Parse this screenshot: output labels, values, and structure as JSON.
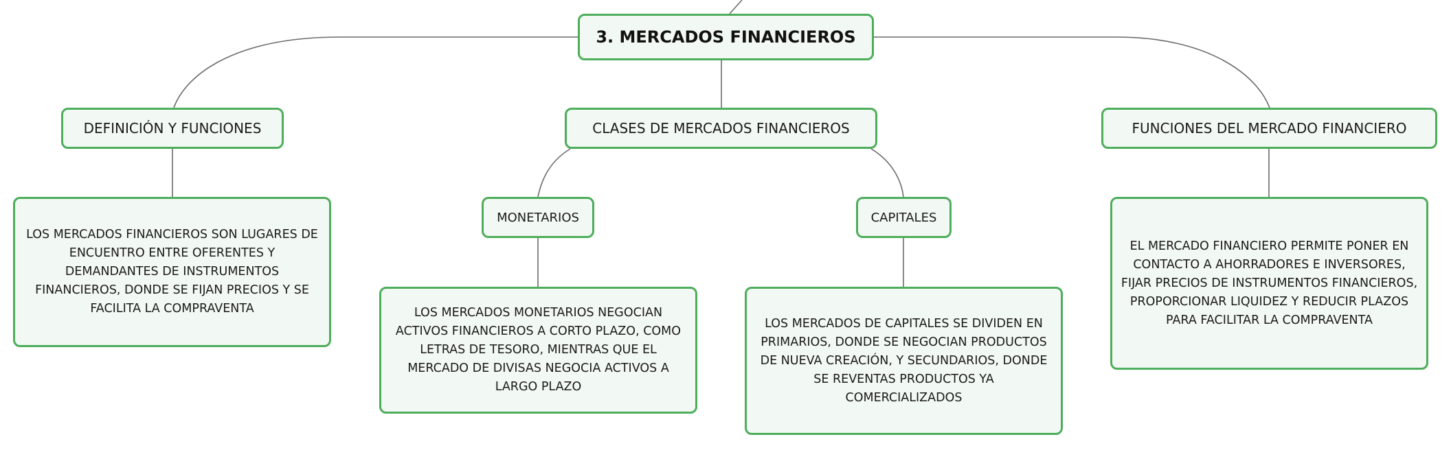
{
  "diagram": {
    "root": {
      "label": "3. MERCADOS FINANCIEROS"
    },
    "branches": {
      "definicion": {
        "label": "DEFINICIÓN Y FUNCIONES",
        "description": "LOS MERCADOS FINANCIEROS SON LUGARES DE ENCUENTRO ENTRE OFERENTES Y DEMANDANTES DE INSTRUMENTOS FINANCIEROS, DONDE SE FIJAN PRECIOS Y SE FACILITA LA COMPRAVENTA"
      },
      "clases": {
        "label": "CLASES DE MERCADOS FINANCIEROS",
        "monetarios": {
          "label": "MONETARIOS",
          "description": "LOS MERCADOS MONETARIOS NEGOCIAN ACTIVOS FINANCIEROS A CORTO PLAZO, COMO LETRAS DE TESORO, MIENTRAS QUE EL MERCADO DE DIVISAS NEGOCIA ACTIVOS A LARGO PLAZO"
        },
        "capitales": {
          "label": "CAPITALES",
          "description": "LOS MERCADOS DE CAPITALES SE DIVIDEN EN PRIMARIOS, DONDE SE NEGOCIAN PRODUCTOS DE NUEVA CREACIÓN, Y SECUNDARIOS, DONDE SE REVENTAS PRODUCTOS YA COMERCIALIZADOS"
        }
      },
      "funciones": {
        "label": "FUNCIONES DEL MERCADO FINANCIERO",
        "description": "EL MERCADO FINANCIERO PERMITE PONER EN CONTACTO A AHORRADORES E INVERSORES, FIJAR PRECIOS DE INSTRUMENTOS FINANCIEROS, PROPORCIONAR LIQUIDEZ Y REDUCIR PLAZOS PARA FACILITAR LA COMPRAVENTA"
      }
    },
    "colors": {
      "node_border": "#4cad5a",
      "node_fill": "#f2f8f3",
      "connector": "#6b6b6b"
    }
  }
}
